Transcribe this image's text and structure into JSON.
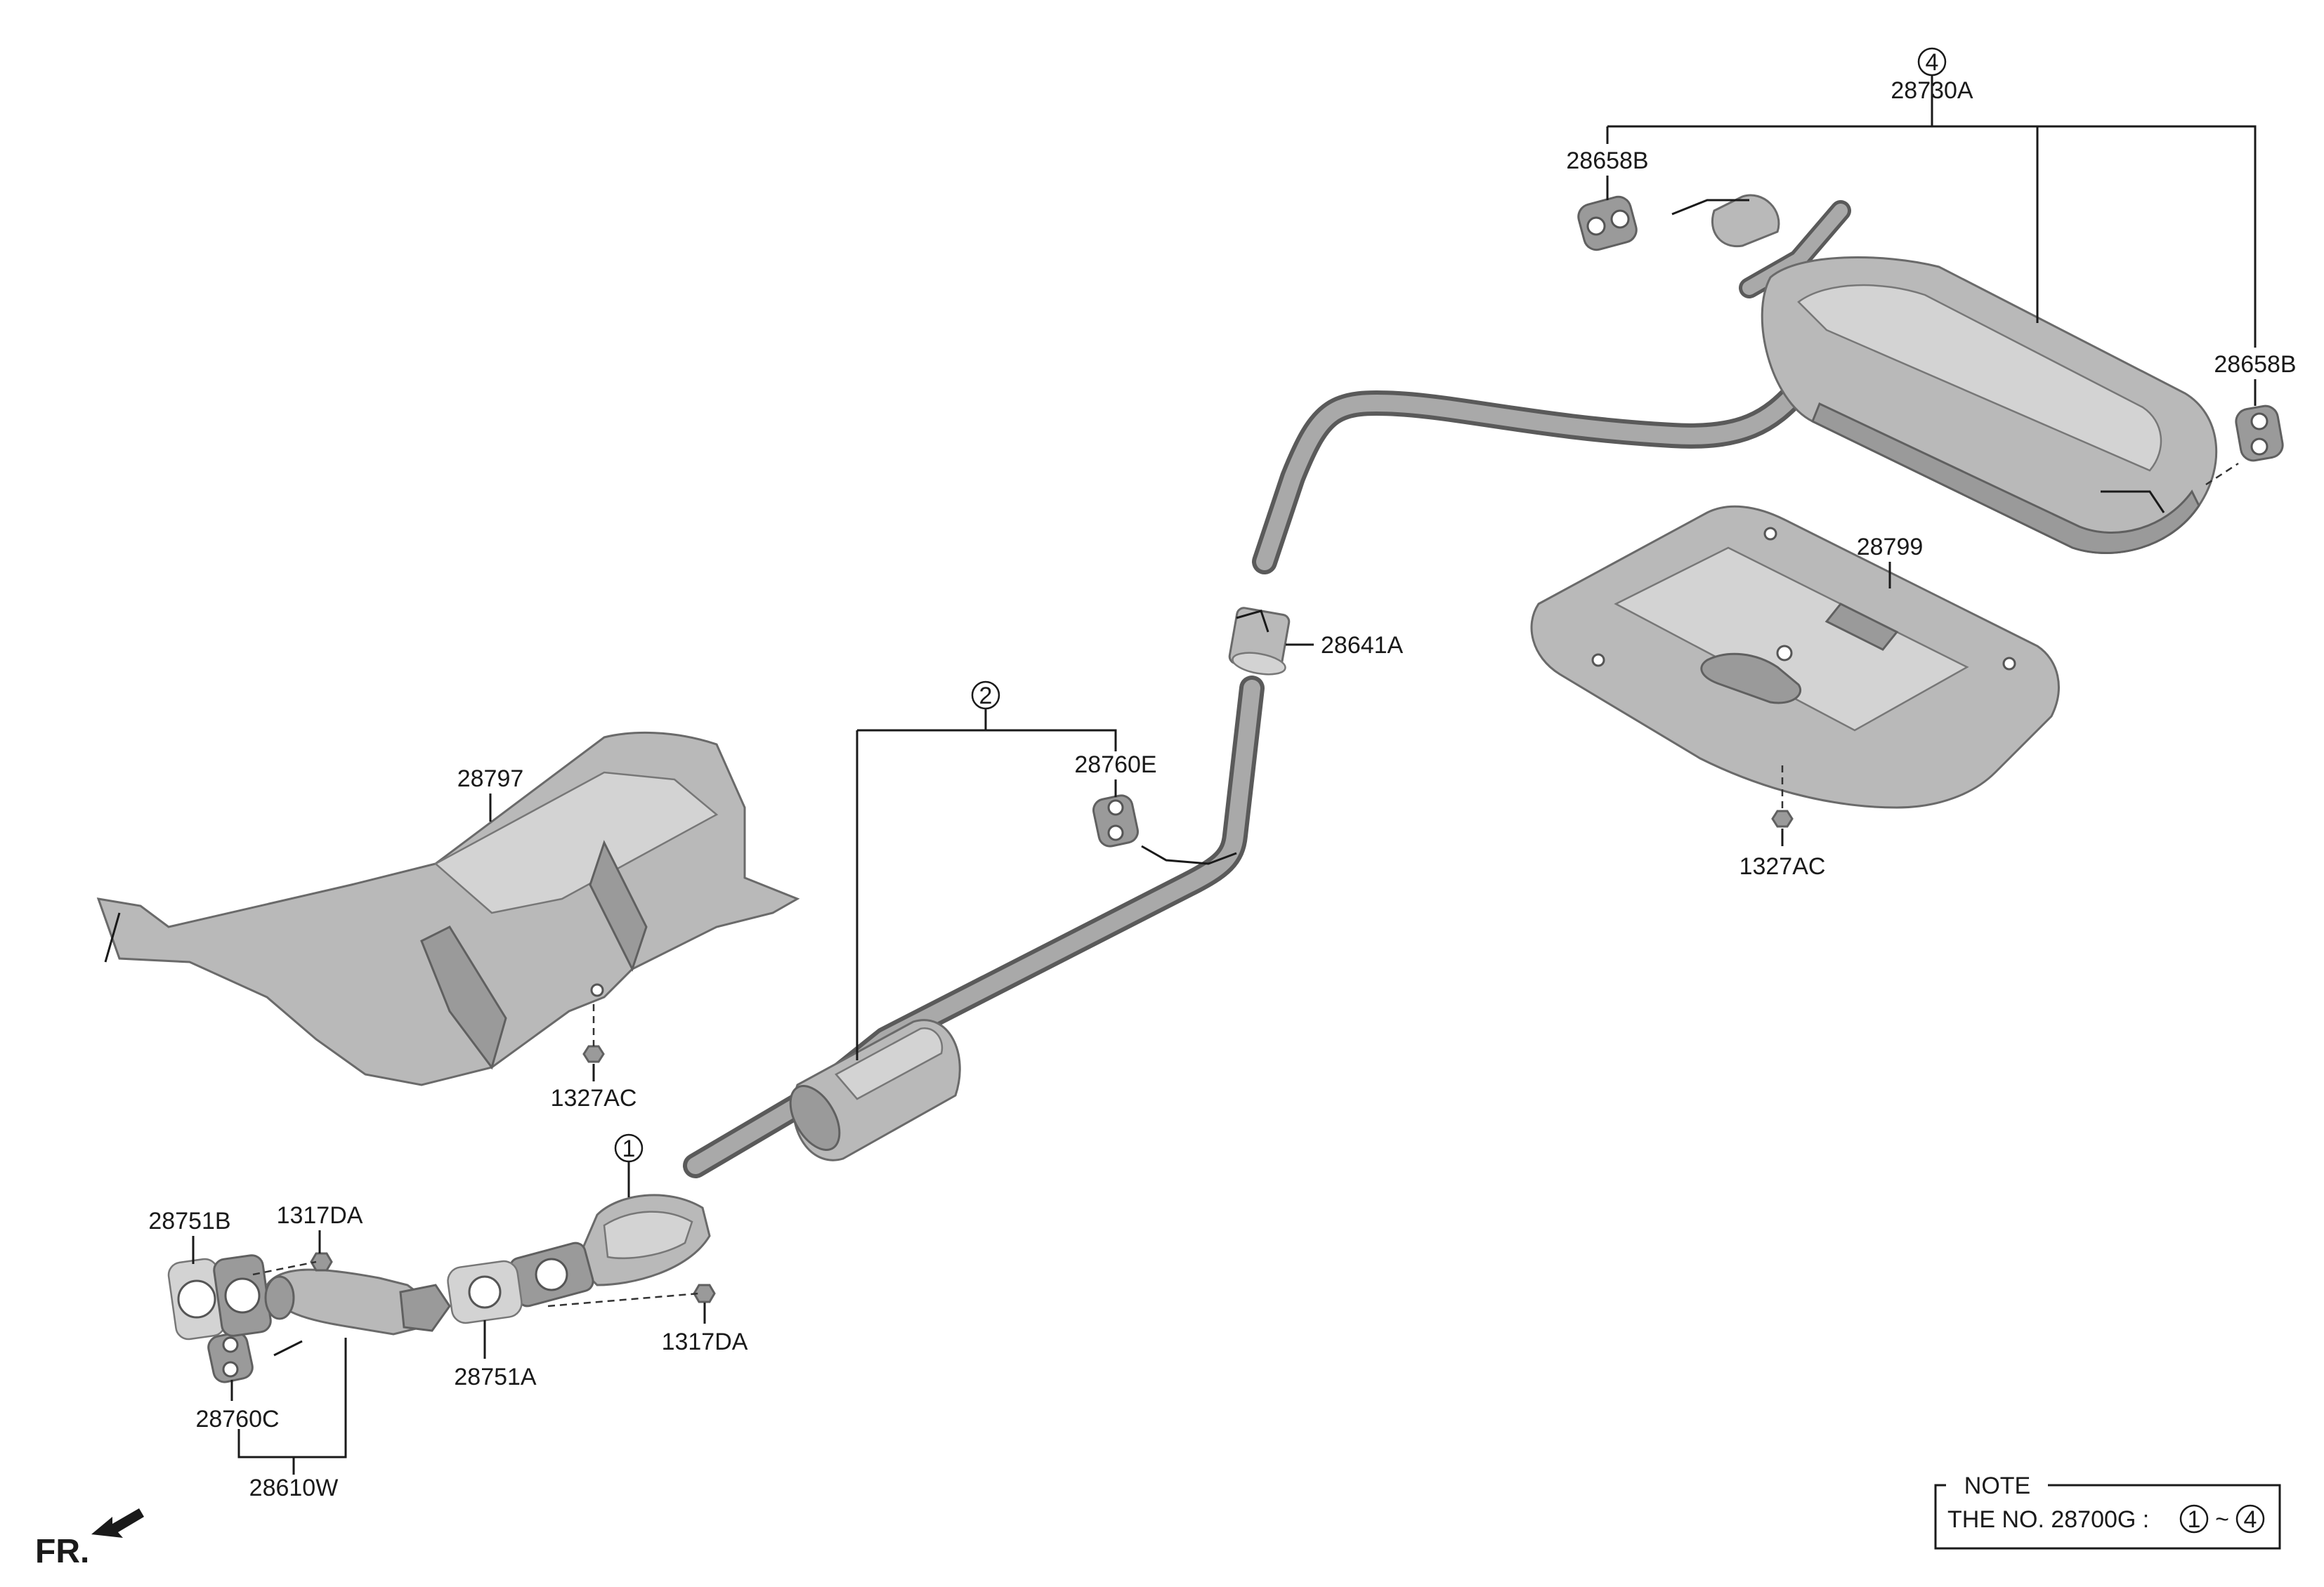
{
  "diagram": {
    "labels": {
      "p28730A": "28730A",
      "p28658B_left": "28658B",
      "p28658B_right": "28658B",
      "p28799": "28799",
      "p1327AC_right": "1327AC",
      "p28641A": "28641A",
      "p28760E": "28760E",
      "p28797": "28797",
      "p1327AC_left": "1327AC",
      "p28751B": "28751B",
      "p1317DA_top": "1317DA",
      "p1317DA_bottom": "1317DA",
      "p28751A": "28751A",
      "p28760C": "28760C",
      "p28610W": "28610W"
    },
    "callouts": {
      "c1": "1",
      "c2": "2",
      "c4": "4"
    },
    "note": {
      "title": "NOTE",
      "text": "THE NO. 28700G :",
      "range_from": "1",
      "range_sep": "~",
      "range_to": "4"
    },
    "direction": {
      "label": "FR.",
      "icon": "front-arrow-icon"
    }
  },
  "colors": {
    "part_fill": "#b9b9b9",
    "part_outline": "#6a6a6a",
    "line": "#1a1a1a",
    "background": "#ffffff"
  }
}
